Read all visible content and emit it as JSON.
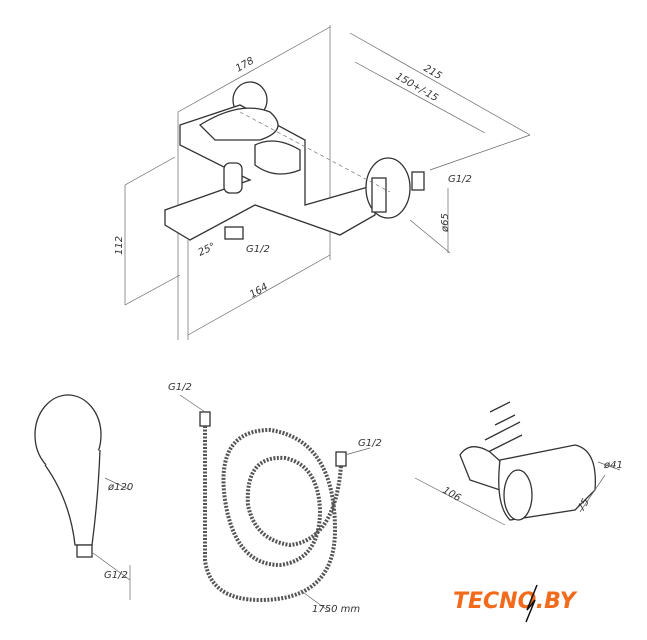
{
  "mixer": {
    "dim_width": "178",
    "dim_depth": "215",
    "dim_axis": "150+/-15",
    "inlet_thread": "G1/2",
    "flange_diameter": "ø65",
    "dim_height": "112",
    "spout_angle": "25°",
    "outlet_thread": "G1/2",
    "dim_spout": "164"
  },
  "hand_shower": {
    "diameter": "ø120",
    "thread": "G1/2"
  },
  "hose": {
    "thread_top": "G1/2",
    "thread_right": "G1/2",
    "length": "1750 mm"
  },
  "holder": {
    "diameter": "ø41",
    "dim_length": "106",
    "dim_width": "75"
  },
  "logo": {
    "text": "TECNO.BY",
    "color": "#f26a1b"
  }
}
